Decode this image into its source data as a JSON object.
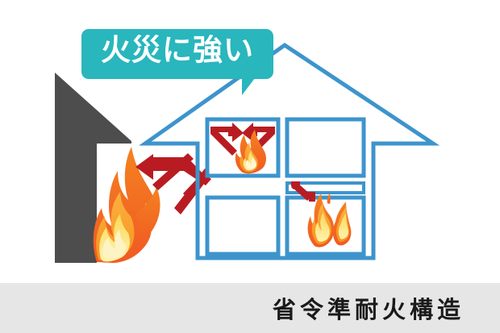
{
  "illustration": {
    "callout": {
      "label": "火災に強い",
      "bg_color": "#29b6bd",
      "text_color": "#ffffff"
    },
    "house_outline": {
      "name": "fire-resistant-house",
      "stroke_color": "#3d94cc"
    },
    "burning_house": {
      "name": "neighbouring-burning-house",
      "fill_color": "#4d4d4d"
    },
    "flames": {
      "color_outer": "#f26522",
      "color_mid": "#f7941e",
      "color_inner": "#fcd757",
      "exterior_flame": "exterior-fire",
      "upper_room_flame": "upper-room-fire",
      "lower_room_flame": "lower-room-fire"
    },
    "arrows": {
      "color": "#b81c22",
      "blocked_exterior": "fire-blocked-outward-arrow",
      "contained_upper": "fire-contained-inward-arrows",
      "floor_barrier": "floor-barrier-arrow"
    },
    "rooms": [
      {
        "name": "room-upper-left",
        "has_fire": true
      },
      {
        "name": "room-upper-right",
        "has_fire": false
      },
      {
        "name": "room-lower-left",
        "has_fire": false
      },
      {
        "name": "room-lower-right",
        "has_fire": true
      }
    ]
  },
  "caption": {
    "label": "省令準耐火構造",
    "bg_color": "#e6e6e6",
    "text_color": "#1a1a1a"
  }
}
